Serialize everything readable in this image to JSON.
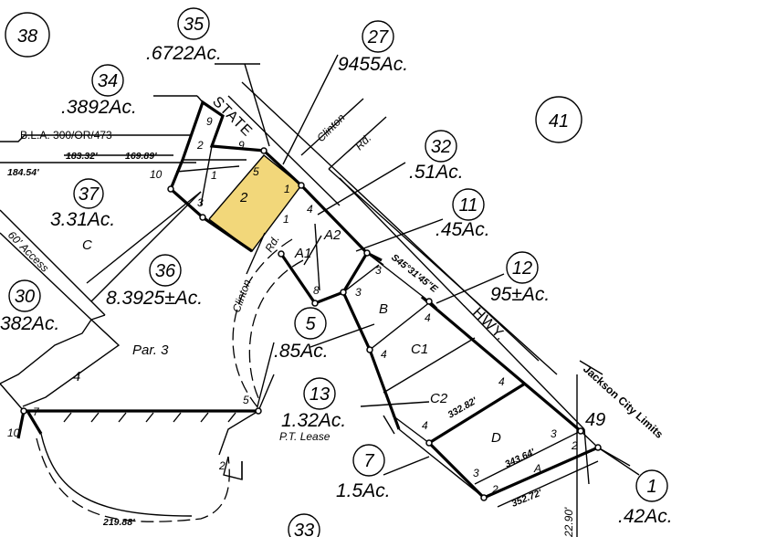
{
  "highlight_color": "#f2d77a",
  "parcels": [
    {
      "id": "p38",
      "number": "38"
    },
    {
      "id": "p35",
      "number": "35",
      "acreage": ".6722Ac."
    },
    {
      "id": "p27",
      "number": "27",
      "acreage": "9455Ac."
    },
    {
      "id": "p34",
      "number": "34",
      "acreage": ".3892Ac."
    },
    {
      "id": "p41",
      "number": "41"
    },
    {
      "id": "p32",
      "number": "32",
      "acreage": ".51Ac."
    },
    {
      "id": "p37",
      "number": "37",
      "acreage": "3.31Ac.",
      "sub": "C"
    },
    {
      "id": "p11",
      "number": "11",
      "acreage": ".45Ac."
    },
    {
      "id": "p36",
      "number": "36",
      "acreage": "8.3925±Ac."
    },
    {
      "id": "p12",
      "number": "12",
      "acreage": "95±Ac."
    },
    {
      "id": "p30",
      "number": "30",
      "acreage": "382Ac."
    },
    {
      "id": "p5",
      "number": "5",
      "acreage": ".85Ac."
    },
    {
      "id": "p13",
      "number": "13",
      "acreage": "1.32Ac.",
      "note": "P.T. Lease"
    },
    {
      "id": "p7",
      "number": "7",
      "acreage": "1.5Ac."
    },
    {
      "id": "p1",
      "number": "1",
      "acreage": ".42Ac."
    },
    {
      "id": "p33",
      "number": "33"
    }
  ],
  "labels": {
    "bla": "B.L.A. 300/OR/473",
    "dim_183": "183.32'",
    "dim_169": "169.89'",
    "dim_184": "184.54'",
    "access": "60' Access",
    "par3": "Par. 3",
    "state": "STATE",
    "hwy": "HWY.",
    "clinton_top": "Clinton",
    "rd_top": "Rd.",
    "clinton_road": "Clinton",
    "rd_road": "Rd.",
    "bearing": "S45°31'45\"E",
    "dim_332": "332.82'",
    "dim_343": "343.64'",
    "dim_352": "352.72'",
    "dim_219": "219.88'",
    "dim_22": "22.90'",
    "jackson": "Jackson City Limits",
    "lot_49": "49"
  },
  "lot_labels": [
    "9",
    "2",
    "9",
    "1",
    "10",
    "5",
    "2",
    "1",
    "3",
    "4",
    "A2",
    "A1",
    "3",
    "8",
    "3",
    "B",
    "4",
    "C1",
    "4",
    "4",
    "C2",
    "4",
    "D",
    "3",
    "2",
    "A",
    "3",
    "2",
    "1",
    "7",
    "10",
    "4",
    "5",
    "2"
  ]
}
